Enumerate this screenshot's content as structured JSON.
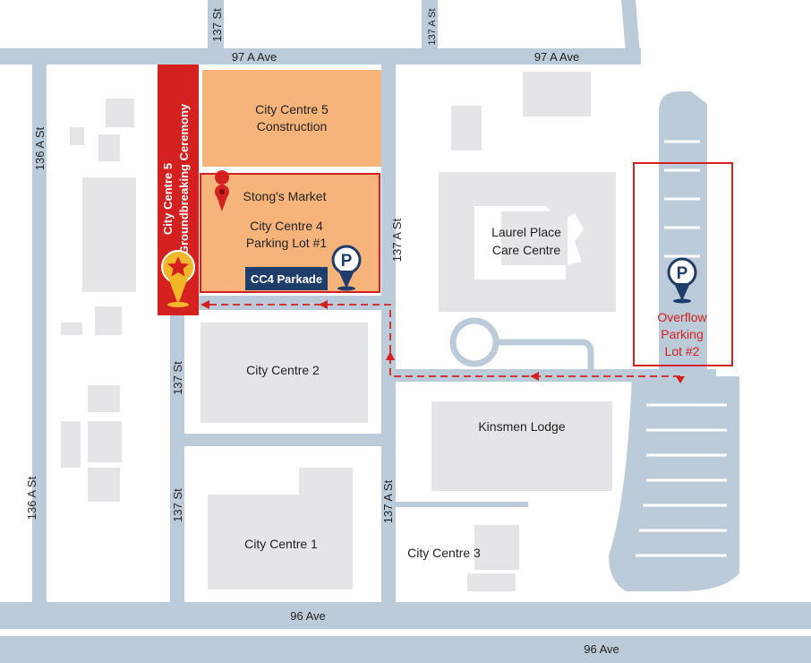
{
  "streets": {
    "top_left": "97 A Ave",
    "top_right": "97 A Ave",
    "bottom_inner": "96 Ave",
    "bottom_outer": "96 Ave",
    "v_136a_upper": "136 A St",
    "v_136a_lower": "136 A St",
    "v_137_top": "137 St",
    "v_137_mid": "137 St",
    "v_137_lower": "137 St",
    "v_137a_top": "137 A St",
    "v_137a_mid": "137 A St",
    "v_137a_lower": "137 A St"
  },
  "buildings": {
    "cc5_line1": "City Centre 5",
    "cc5_line2": "Construction",
    "stongs_market": "Stong's Market",
    "cc4_line1": "City Centre 4",
    "cc4_line2": "Parking Lot #1",
    "cc4_parkade": "CC4 Parkade",
    "laurel_line1": "Laurel Place",
    "laurel_line2": "Care Centre",
    "city_centre_2": "City Centre 2",
    "kinsmen_lodge": "Kinsmen Lodge",
    "city_centre_1": "City Centre 1",
    "city_centre_3": "City Centre 3"
  },
  "banner": {
    "line1": "City Centre 5",
    "line2": "Groundbreaking Ceremony"
  },
  "overflow": {
    "line1": "Overflow",
    "line2": "Parking",
    "line3": "Lot #2"
  },
  "icons": {
    "parking_glyph": "P"
  },
  "colors": {
    "road": "#bccbd9",
    "building": "#e4e5e6",
    "construction": "#f7b47a",
    "accent_red": "#d4201f",
    "parking_blue": "#1f3d6b",
    "star_gold": "#f2b728"
  }
}
